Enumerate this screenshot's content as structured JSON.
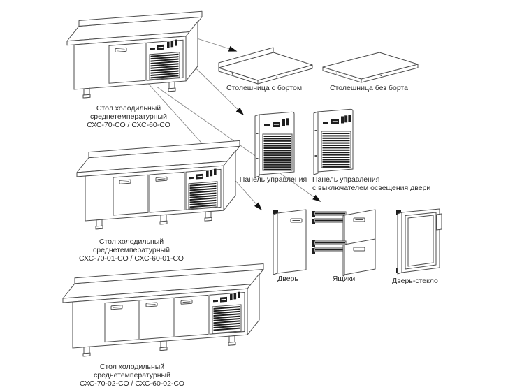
{
  "diagram": {
    "tables": [
      {
        "lines": [
          "Стол холодильный",
          "среднетемпературный",
          "СХС-70-СО / СХС-60-СО"
        ]
      },
      {
        "lines": [
          "Стол холодильный",
          "среднетемпературный",
          "СХС-70-01-СО / СХС-60-01-СО"
        ]
      },
      {
        "lines": [
          "Стол холодильный",
          "среднетемпературный",
          "СХС-70-02-СО / СХС-60-02-СО"
        ]
      }
    ],
    "components": {
      "worktop_with_upstand": "Столешница с бортом",
      "worktop_without_upstand": "Столешница без борта",
      "control_panel": "Панель управления",
      "control_panel_switch_line1": "Панель управления",
      "control_panel_switch_line2": "с выключателем освещения двери",
      "door": "Дверь",
      "drawers": "Ящики",
      "glass_door": "Дверь-стекло"
    },
    "colors": {
      "background": "#ffffff",
      "line": "#4d4d4d",
      "text": "#2b2b2b",
      "grille": "#1e1e1e",
      "arrow_line": "#8a8a8a",
      "arrow_head": "#111111"
    }
  }
}
